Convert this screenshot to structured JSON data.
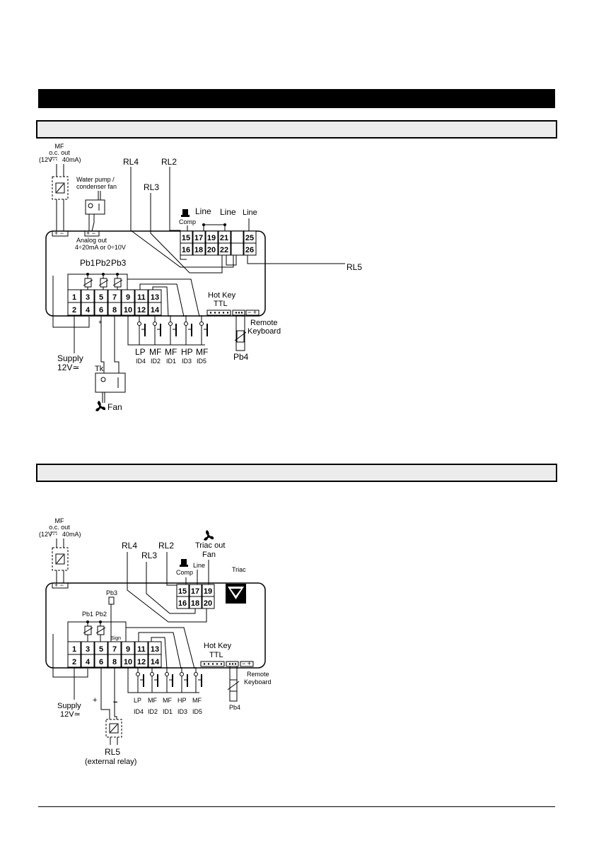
{
  "d1": {
    "mf": [
      "MF",
      "o.c. out",
      "(12V",
      "40mA)"
    ],
    "water_pump": [
      "Water pump /",
      "condenser fan"
    ],
    "analog_out": [
      "Analog out",
      "4÷20mA or 0÷10V"
    ],
    "relays": {
      "rl4": "RL4",
      "rl2": "RL2",
      "rl3": "RL3",
      "rl5": "RL5"
    },
    "comp": "Comp",
    "line": "Line",
    "probes": {
      "pb1": "Pb1",
      "pb2": "Pb2",
      "pb3": "Pb3",
      "pb4": "Pb4"
    },
    "terminals_a": [
      "15",
      "17",
      "19",
      "21",
      "25",
      "16",
      "18",
      "20",
      "22",
      "26"
    ],
    "terminals_b": [
      "1",
      "3",
      "5",
      "7",
      "9",
      "11",
      "13",
      "2",
      "4",
      "6",
      "8",
      "10",
      "12",
      "14"
    ],
    "hot_key": [
      "Hot Key",
      "TTL"
    ],
    "remote": [
      "Remote",
      "Keyboard"
    ],
    "supply": [
      "Supply",
      "12V≃"
    ],
    "inputs": [
      [
        "LP",
        "ID4"
      ],
      [
        "MF",
        "ID2"
      ],
      [
        "MF",
        "ID1"
      ],
      [
        "HP",
        "ID3"
      ],
      [
        "MF",
        "ID5"
      ]
    ],
    "tk": "Tk",
    "fan": "Fan",
    "plus": "+",
    "pm": "+ −",
    "mp": "− +"
  },
  "d2": {
    "mf": [
      "MF",
      "o.c. out",
      "(12V",
      "40mA)"
    ],
    "relays": {
      "rl4": "RL4",
      "rl3": "RL3",
      "rl2": "RL2"
    },
    "comp": "Comp",
    "line": "Line",
    "triac_out": [
      "Triac out",
      "Fan"
    ],
    "triac": "Triac",
    "probes": {
      "pb1": "Pb1",
      "pb2": "Pb2",
      "pb3": "Pb3",
      "pb4": "Pb4"
    },
    "sign": "Sign",
    "terminals_a": [
      "15",
      "17",
      "19",
      "16",
      "18",
      "20"
    ],
    "terminals_b": [
      "1",
      "3",
      "5",
      "7",
      "9",
      "11",
      "13",
      "2",
      "4",
      "6",
      "8",
      "10",
      "12",
      "14"
    ],
    "hot_key": [
      "Hot Key",
      "TTL"
    ],
    "remote": [
      "Remote",
      "Keyboard"
    ],
    "supply": [
      "Supply",
      "12V≃"
    ],
    "inputs": [
      [
        "LP",
        "ID4"
      ],
      [
        "MF",
        "ID2"
      ],
      [
        "MF",
        "ID1"
      ],
      [
        "HP",
        "ID3"
      ],
      [
        "MF",
        "ID5"
      ]
    ],
    "rl5": [
      "RL5",
      "(external relay)"
    ],
    "plus": "+",
    "minus": "−",
    "pm": "+ −",
    "mp": "− +"
  }
}
